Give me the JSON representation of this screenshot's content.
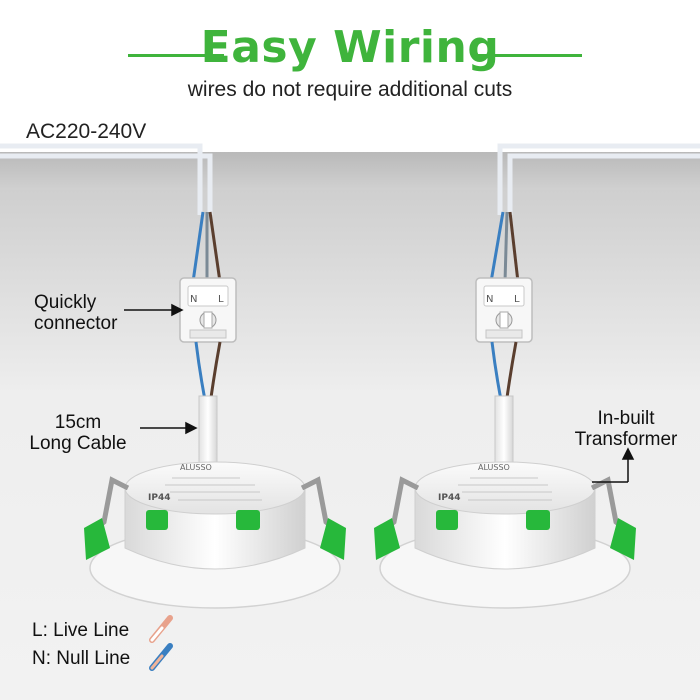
{
  "header": {
    "title": "Easy Wiring",
    "subtitle": "wires do not require additional cuts",
    "accent": "#3fb43c"
  },
  "voltage_label": "AC220-240V",
  "callouts": {
    "connector_line1": "Quickly",
    "connector_line2": "connector",
    "cable_line1": "15cm",
    "cable_line2": "Long Cable",
    "transformer_line1": "In-built",
    "transformer_line2": "Transformer"
  },
  "connector_marks": {
    "n": "N",
    "l": "L"
  },
  "device_text": {
    "brand": "ALUSSO",
    "rating": "IP44"
  },
  "legend": {
    "live": "L: Live Line",
    "null": "N: Null Line"
  },
  "colors": {
    "wire_blue": "#3a7fc1",
    "wire_brown": "#5a3e2e",
    "clip_green": "#27b83b"
  }
}
